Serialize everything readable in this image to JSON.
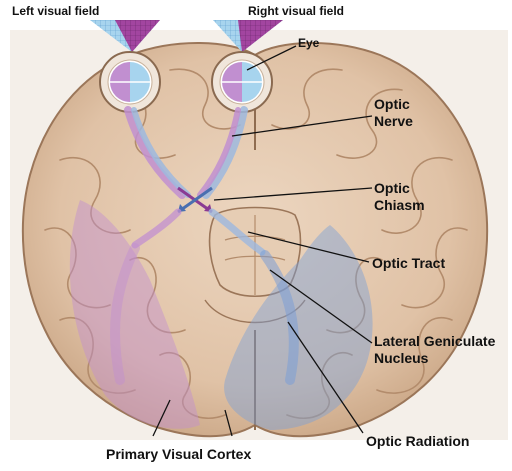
{
  "labels": {
    "left_visual_field": "Left visual field",
    "right_visual_field": "Right visual field",
    "eye": "Eye",
    "optic_nerve": "Optic\nNerve",
    "optic_chiasm": "Optic\nChiasm",
    "optic_tract": "Optic Tract",
    "lateral_geniculate_nucleus": "Lateral Geniculate\nNucleus",
    "optic_radiation": "Optic Radiation",
    "primary_visual_cortex": "Primary Visual Cortex"
  },
  "colors": {
    "left_field": "#a7d4ee",
    "right_field": "#a23d9c",
    "brain": "#e3c7ad",
    "brain_dark": "#b99373",
    "left_pathway": "#c18fd0",
    "right_pathway": "#9eb8de"
  }
}
